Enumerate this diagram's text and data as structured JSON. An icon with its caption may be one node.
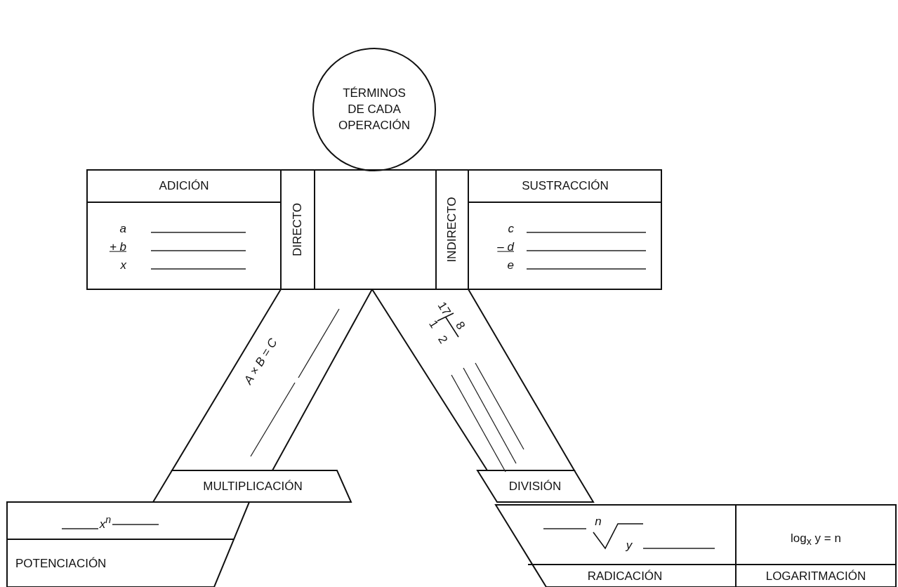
{
  "diagram": {
    "nodes": [
      {
        "text": [
          "TÉRMINOS DE CADA OPERACIÓN"
        ]
      },
      {
        "text": [
          "ADICIÓN",
          "a",
          "+ b",
          "x"
        ]
      },
      {
        "text": [
          "DIRECTO"
        ]
      },
      {
        "text": [],
        "shape": "box"
      },
      {
        "text": [
          "INDIRECTO"
        ]
      },
      {
        "text": [
          "SUSTRACCIÓN",
          "c",
          "– d",
          "e"
        ]
      },
      {
        "text": [
          "A × B = C",
          "MULTIPLICACIÓN"
        ]
      },
      {
        "text": [
          "17",
          "8",
          "1",
          "2",
          "DIVISIÓN"
        ]
      },
      {
        "text": [
          "x$^{n}$",
          "POTENCIACIÓN"
        ]
      },
      {
        "text": [
          "n",
          "y",
          "RADICACIÓN"
        ]
      },
      {
        "text": [
          "log$_{x}$ y = n",
          "LOGARITMACIÓN"
        ]
      }
    ]
  }
}
